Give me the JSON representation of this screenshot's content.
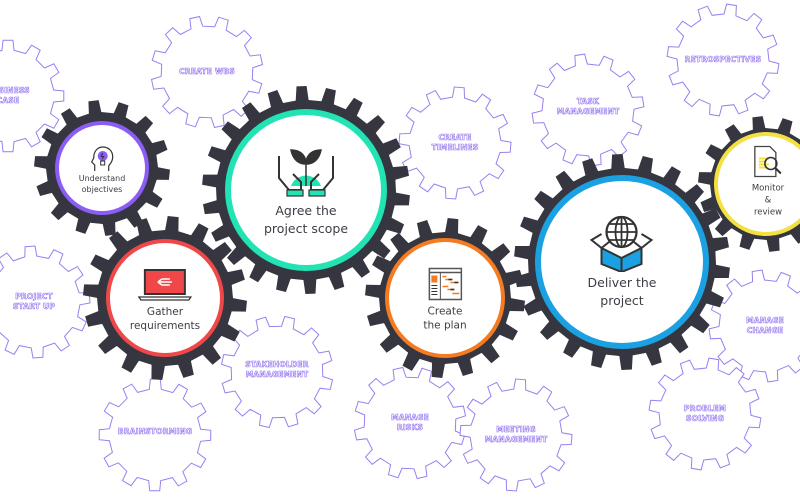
{
  "colors": {
    "gear_dark": "#363640",
    "outline": "#9b7ff0",
    "text": "#3d3d46"
  },
  "steps": [
    {
      "id": "understand",
      "label": "Understand\nobjectives",
      "color": "#8b5cf6",
      "icon": "lightbulb-head-icon"
    },
    {
      "id": "scope",
      "label": "Agree the\nproject scope",
      "color": "#22e3b4",
      "icon": "hands-plant-icon"
    },
    {
      "id": "gather",
      "label": "Gather\nrequirements",
      "color": "#f04848",
      "icon": "laptop-icon"
    },
    {
      "id": "plan",
      "label": "Create\nthe plan",
      "color": "#f47b20",
      "icon": "gantt-chart-icon"
    },
    {
      "id": "deliver",
      "label": "Deliver the\nproject",
      "color": "#1ba1e2",
      "icon": "globe-box-icon"
    },
    {
      "id": "monitor",
      "label": "Monitor &\nreview",
      "color": "#f5e042",
      "icon": "document-magnifier-icon"
    }
  ],
  "outline_gears": [
    {
      "label": "Business\ncase"
    },
    {
      "label": "Create WBS"
    },
    {
      "label": "Create\ntimelines"
    },
    {
      "label": "Task\nmanagement"
    },
    {
      "label": "Retrospectives"
    },
    {
      "label": "Project\nstart up"
    },
    {
      "label": "Stakeholder\nmanagement"
    },
    {
      "label": "Brainstorming"
    },
    {
      "label": "Manage\nrisks"
    },
    {
      "label": "Meeting\nmanagement"
    },
    {
      "label": "Manage\nchange"
    },
    {
      "label": "Problem\nsolving"
    }
  ]
}
